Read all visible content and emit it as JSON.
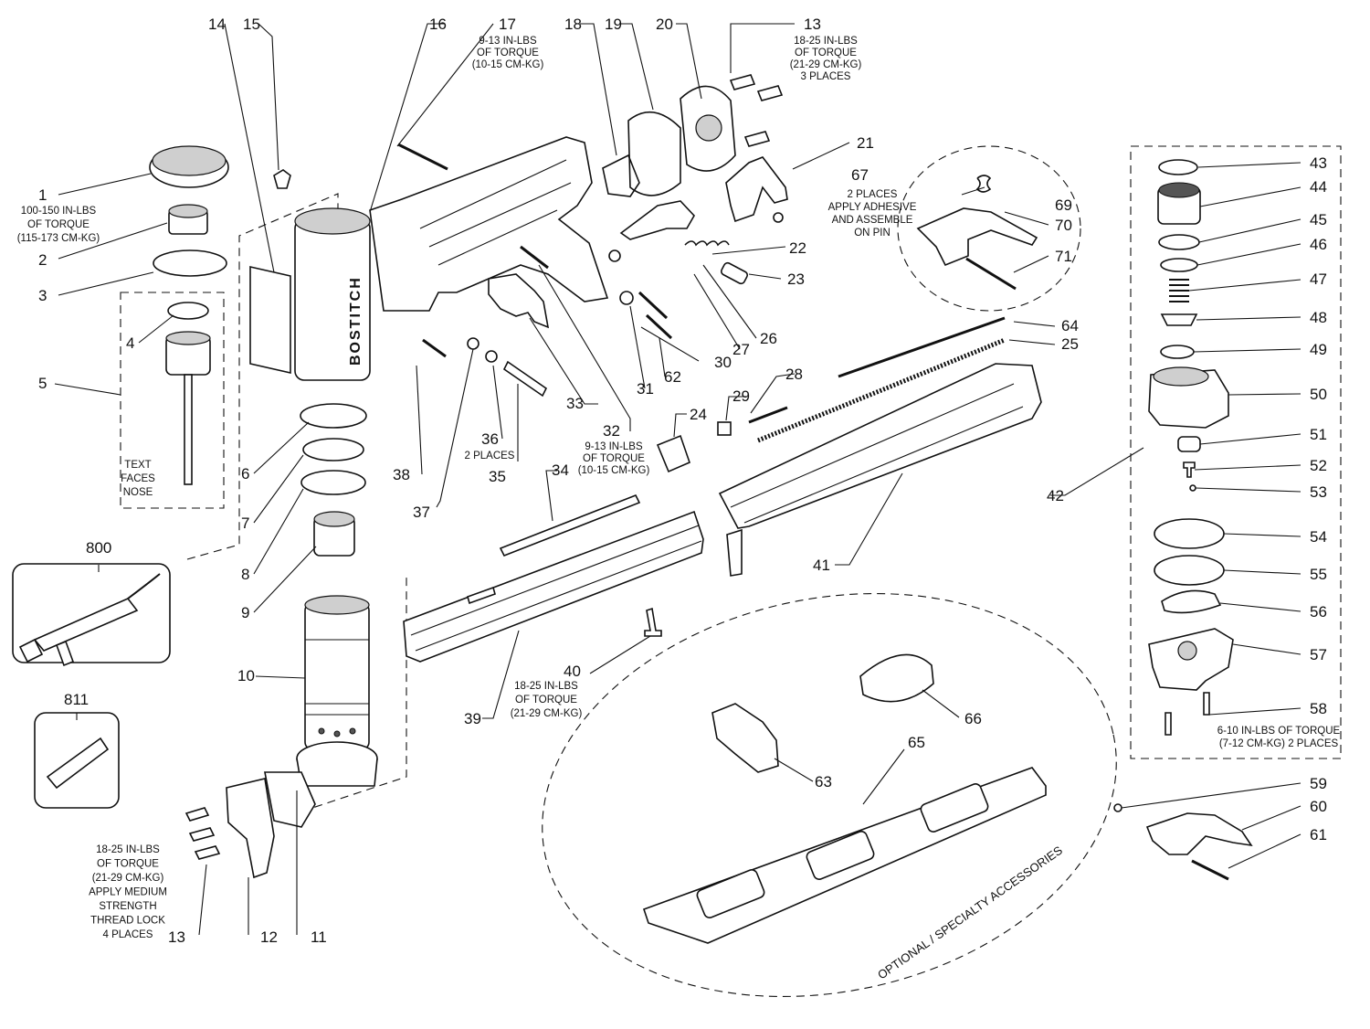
{
  "brand_text": "BOSTITCH",
  "callouts": [
    {
      "id": "c1",
      "label": "1"
    },
    {
      "id": "c2",
      "label": "2"
    },
    {
      "id": "c3",
      "label": "3"
    },
    {
      "id": "c4",
      "label": "4"
    },
    {
      "id": "c5",
      "label": "5"
    },
    {
      "id": "c6",
      "label": "6"
    },
    {
      "id": "c7",
      "label": "7"
    },
    {
      "id": "c8",
      "label": "8"
    },
    {
      "id": "c9",
      "label": "9"
    },
    {
      "id": "c10",
      "label": "10"
    },
    {
      "id": "c11",
      "label": "11"
    },
    {
      "id": "c12",
      "label": "12"
    },
    {
      "id": "c13a",
      "label": "13"
    },
    {
      "id": "c13b",
      "label": "13"
    },
    {
      "id": "c14",
      "label": "14"
    },
    {
      "id": "c15",
      "label": "15"
    },
    {
      "id": "c16",
      "label": "16"
    },
    {
      "id": "c17",
      "label": "17"
    },
    {
      "id": "c18",
      "label": "18"
    },
    {
      "id": "c19",
      "label": "19"
    },
    {
      "id": "c20",
      "label": "20"
    },
    {
      "id": "c21",
      "label": "21"
    },
    {
      "id": "c22",
      "label": "22"
    },
    {
      "id": "c23",
      "label": "23"
    },
    {
      "id": "c24",
      "label": "24"
    },
    {
      "id": "c25",
      "label": "25"
    },
    {
      "id": "c26",
      "label": "26"
    },
    {
      "id": "c27",
      "label": "27"
    },
    {
      "id": "c28",
      "label": "28"
    },
    {
      "id": "c29",
      "label": "29"
    },
    {
      "id": "c30",
      "label": "30"
    },
    {
      "id": "c31",
      "label": "31"
    },
    {
      "id": "c32",
      "label": "32"
    },
    {
      "id": "c33",
      "label": "33"
    },
    {
      "id": "c34",
      "label": "34"
    },
    {
      "id": "c35",
      "label": "35"
    },
    {
      "id": "c36",
      "label": "36"
    },
    {
      "id": "c37",
      "label": "37"
    },
    {
      "id": "c38",
      "label": "38"
    },
    {
      "id": "c39",
      "label": "39"
    },
    {
      "id": "c40",
      "label": "40"
    },
    {
      "id": "c41",
      "label": "41"
    },
    {
      "id": "c42",
      "label": "42"
    },
    {
      "id": "c43",
      "label": "43"
    },
    {
      "id": "c44",
      "label": "44"
    },
    {
      "id": "c45",
      "label": "45"
    },
    {
      "id": "c46",
      "label": "46"
    },
    {
      "id": "c47",
      "label": "47"
    },
    {
      "id": "c48",
      "label": "48"
    },
    {
      "id": "c49",
      "label": "49"
    },
    {
      "id": "c50",
      "label": "50"
    },
    {
      "id": "c51",
      "label": "51"
    },
    {
      "id": "c52",
      "label": "52"
    },
    {
      "id": "c53",
      "label": "53"
    },
    {
      "id": "c54",
      "label": "54"
    },
    {
      "id": "c55",
      "label": "55"
    },
    {
      "id": "c56",
      "label": "56"
    },
    {
      "id": "c57",
      "label": "57"
    },
    {
      "id": "c58",
      "label": "58"
    },
    {
      "id": "c59",
      "label": "59"
    },
    {
      "id": "c60",
      "label": "60"
    },
    {
      "id": "c61",
      "label": "61"
    },
    {
      "id": "c62",
      "label": "62"
    },
    {
      "id": "c63",
      "label": "63"
    },
    {
      "id": "c64",
      "label": "64"
    },
    {
      "id": "c65",
      "label": "65"
    },
    {
      "id": "c66",
      "label": "66"
    },
    {
      "id": "c67",
      "label": "67"
    },
    {
      "id": "c69",
      "label": "69"
    },
    {
      "id": "c70",
      "label": "70"
    },
    {
      "id": "c71",
      "label": "71"
    },
    {
      "id": "c800",
      "label": "800"
    },
    {
      "id": "c811",
      "label": "811"
    }
  ],
  "notes": {
    "n1": [
      "100-150 IN-LBS",
      "OF TORQUE",
      "(115-173 CM-KG)"
    ],
    "n5": [
      "TEXT",
      "FACES",
      "NOSE"
    ],
    "n13a": [
      "18-25 IN-LBS",
      "OF TORQUE",
      "(21-29 CM-KG)",
      "APPLY MEDIUM",
      "STRENGTH",
      "THREAD LOCK",
      "4 PLACES"
    ],
    "n13b": [
      "18-25 IN-LBS",
      "OF TORQUE",
      "(21-29 CM-KG)",
      "3 PLACES"
    ],
    "n17": [
      "9-13 IN-LBS",
      "OF TORQUE",
      "(10-15 CM-KG)"
    ],
    "n32": [
      "9-13 IN-LBS",
      "OF TORQUE",
      "(10-15 CM-KG)"
    ],
    "n36": [
      "2 PLACES"
    ],
    "n39": [
      "18-25 IN-LBS",
      "OF TORQUE",
      "(21-29 CM-KG)"
    ],
    "n58": [
      "6-10 IN-LBS OF TORQUE",
      "(7-12 CM-KG)  2 PLACES"
    ],
    "n67": [
      "2 PLACES",
      "APPLY ADHESIVE",
      "AND ASSEMBLE",
      "ON PIN"
    ]
  },
  "accessories_caption": "OPTIONAL / SPECIALTY ACCESSORIES"
}
